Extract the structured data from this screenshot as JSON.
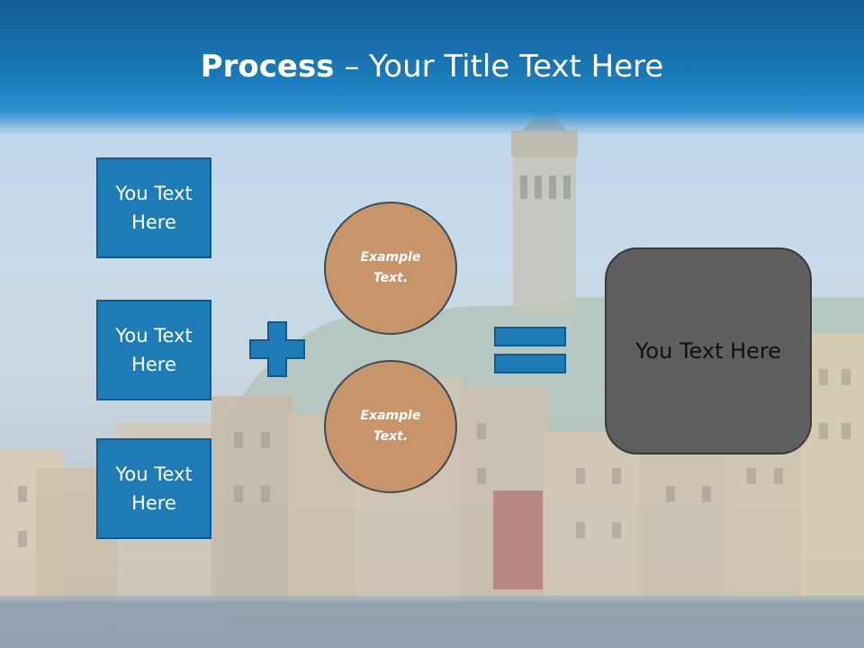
{
  "slide": {
    "title_bold": "Process",
    "title_rest": " – Your Title Text Here"
  },
  "left_boxes": [
    {
      "text": "You Text Here"
    },
    {
      "text": "You Text Here"
    },
    {
      "text": "You Text Here"
    }
  ],
  "circles": [
    {
      "text": "Example Text."
    },
    {
      "text": "Example Text."
    }
  ],
  "result_box": {
    "text": "You Text Here"
  },
  "colors": {
    "header_blue": "#1a78b8",
    "box_blue": "#1f7bb6",
    "circle_tan": "#c8956a",
    "result_gray": "#5f5f5f"
  },
  "icons": [
    "plus-icon",
    "equals-icon"
  ]
}
